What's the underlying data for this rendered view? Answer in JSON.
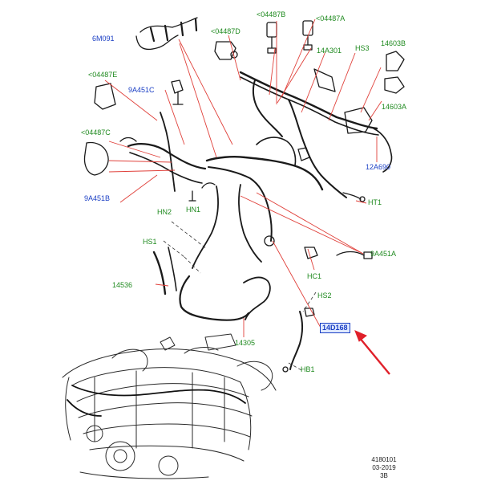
{
  "labels": {
    "l6m091": "6M091",
    "l04487b": "<04487B",
    "l04487a": "<04487A",
    "l04487d": "<04487D",
    "l14a301": "14A301",
    "hs3": "HS3",
    "l14603b": "14603B",
    "l04487e": "<04487E",
    "l9a451c": "9A451C",
    "l14603a": "14603A",
    "l04487c": "<04487C",
    "l12a690": "12A690",
    "l9a451b": "9A451B",
    "hn2": "HN2",
    "hn1": "HN1",
    "ht1": "HT1",
    "hs1": "HS1",
    "l9a451a": "9A451A",
    "l14536": "14536",
    "hc1": "HC1",
    "hs2": "HS2",
    "l14d168": "14D168",
    "l14305": "14305",
    "hb1": "HB1"
  },
  "footer": {
    "code": "4180101",
    "date": "03-2019",
    "rev": "3B"
  },
  "colors": {
    "part_number": "#1f8a1f",
    "harness_code": "#1b3fc4",
    "leader": "#e0403a",
    "arrow": "#e0202a",
    "drawing": "#1a1a1a"
  }
}
